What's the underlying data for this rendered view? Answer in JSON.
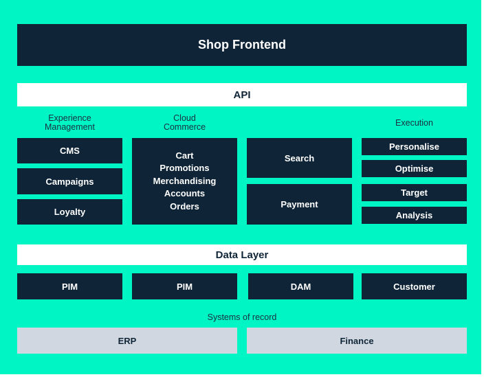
{
  "frontend": {
    "label": "Shop Frontend"
  },
  "api": {
    "label": "API"
  },
  "headings": {
    "experience": [
      "Experience",
      "Management"
    ],
    "cloud": [
      "Cloud",
      "Commerce"
    ],
    "execution": "Execution",
    "systems_of_record": "Systems of record"
  },
  "experience_management": [
    "CMS",
    "Campaigns",
    "Loyalty"
  ],
  "cloud_commerce": [
    "Cart",
    "Promotions",
    "Merchandising",
    "Accounts",
    "Orders"
  ],
  "services": [
    "Search",
    "Payment"
  ],
  "execution": [
    "Personalise",
    "Optimise",
    "Target",
    "Analysis"
  ],
  "data_layer": {
    "label": "Data Layer"
  },
  "data_sources": [
    "PIM",
    "PIM",
    "DAM",
    "Customer"
  ],
  "systems_of_record": [
    "ERP",
    "Finance"
  ],
  "colors": {
    "background": "#00f5c4",
    "dark_box": "#0f2537",
    "light_box": "#ffffff",
    "grey_box": "#d0d7e0"
  }
}
